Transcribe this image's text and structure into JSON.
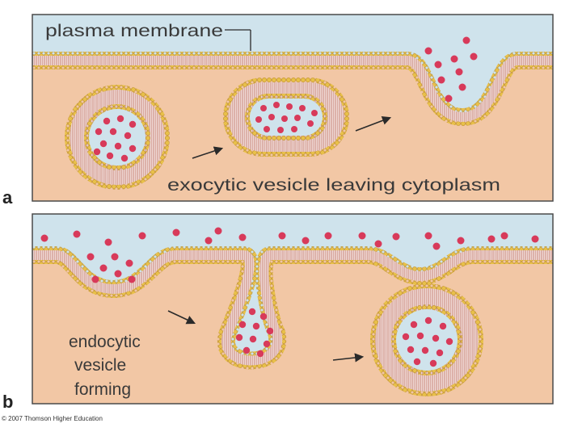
{
  "panel_a": {
    "letter": "a",
    "callout_label": "plasma membrane",
    "caption": "exocytic vesicle leaving cytoplasm"
  },
  "panel_b": {
    "letter": "b",
    "caption_lines": [
      "endocytic",
      "vesicle",
      "forming"
    ]
  },
  "credit": "© 2007 Thomson Higher Education",
  "colors": {
    "extracellular": "#cfe3ec",
    "cytoplasm": "#f2c7a5",
    "lipid_head": "#e8c04a",
    "lipid_head_outline": "#b98a1c",
    "lipid_tail": "#f4e2de",
    "bilayer_core": "#d9a9a0",
    "cargo": "#d83a5a",
    "text": "#3a3a3a",
    "panel_border": "#4a4a4a"
  }
}
